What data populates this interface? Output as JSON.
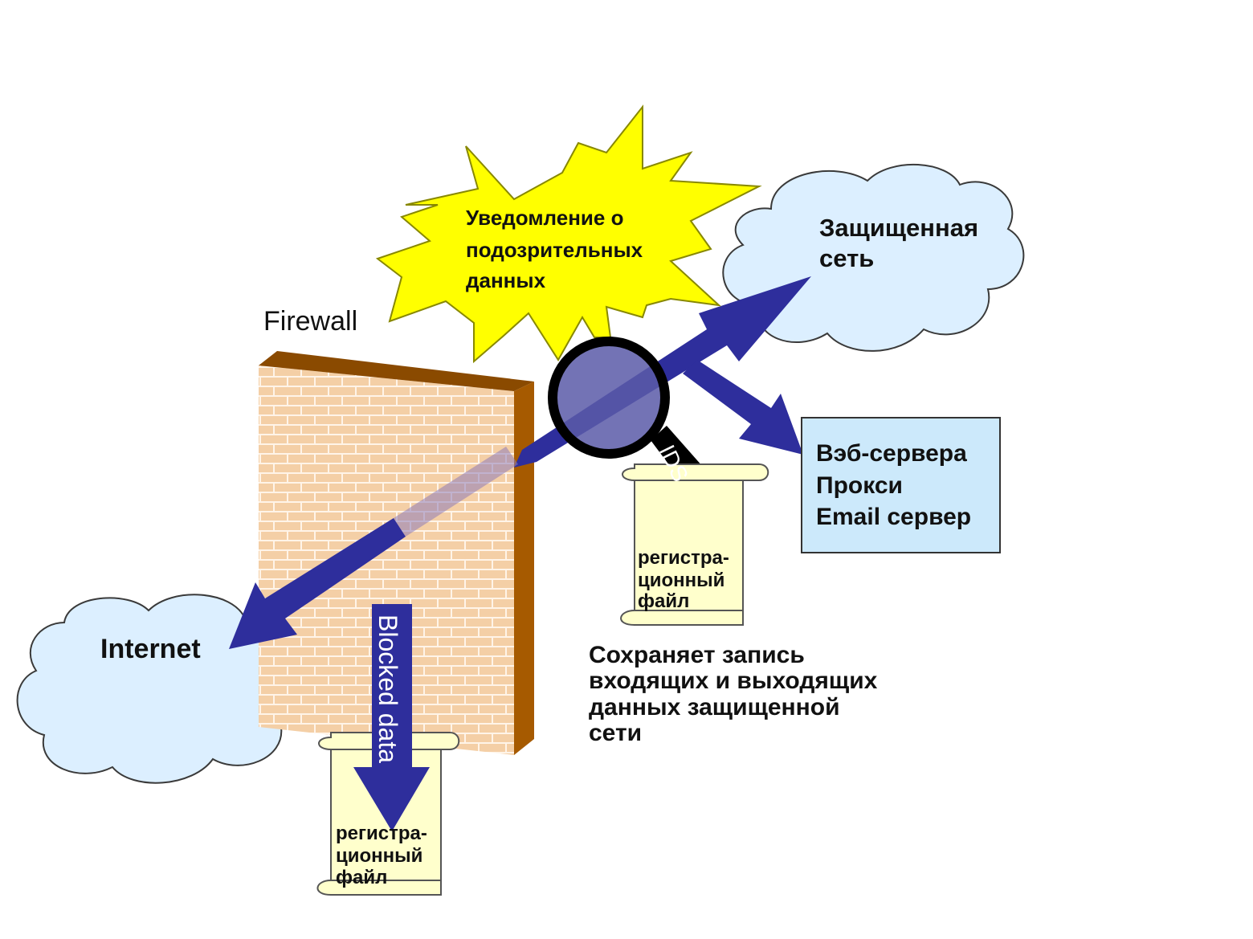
{
  "labels": {
    "firewall": "Firewall",
    "internet": "Internet",
    "protected_network": [
      "Защищенная",
      "сеть"
    ],
    "alert": [
      "Уведомление о",
      "подозрительных",
      "данных"
    ],
    "servers": [
      "Вэб-сервера",
      "Прокси",
      "Email сервер"
    ],
    "ids": "IDS",
    "blocked_data": "Blocked data",
    "log_file_ids": [
      "регистра-",
      "ционный",
      "файл"
    ],
    "log_file_firewall": [
      "регистра-",
      "ционный",
      "файл"
    ],
    "description": [
      "Сохраняет запись",
      "входящих и выходящих",
      "данных защищенной",
      "сети"
    ]
  },
  "colors": {
    "cloud_fill": "#dcefff",
    "cloud_stroke": "#3a3a3a",
    "arrow": "#2e2e9c",
    "burst": "#ffff00",
    "brick_face": "#f2c79a",
    "brick_mortar": "#ffffff",
    "wall_edge": "#a65a00",
    "scroll": "#ffffcc",
    "server_box": "#cce9fb"
  }
}
